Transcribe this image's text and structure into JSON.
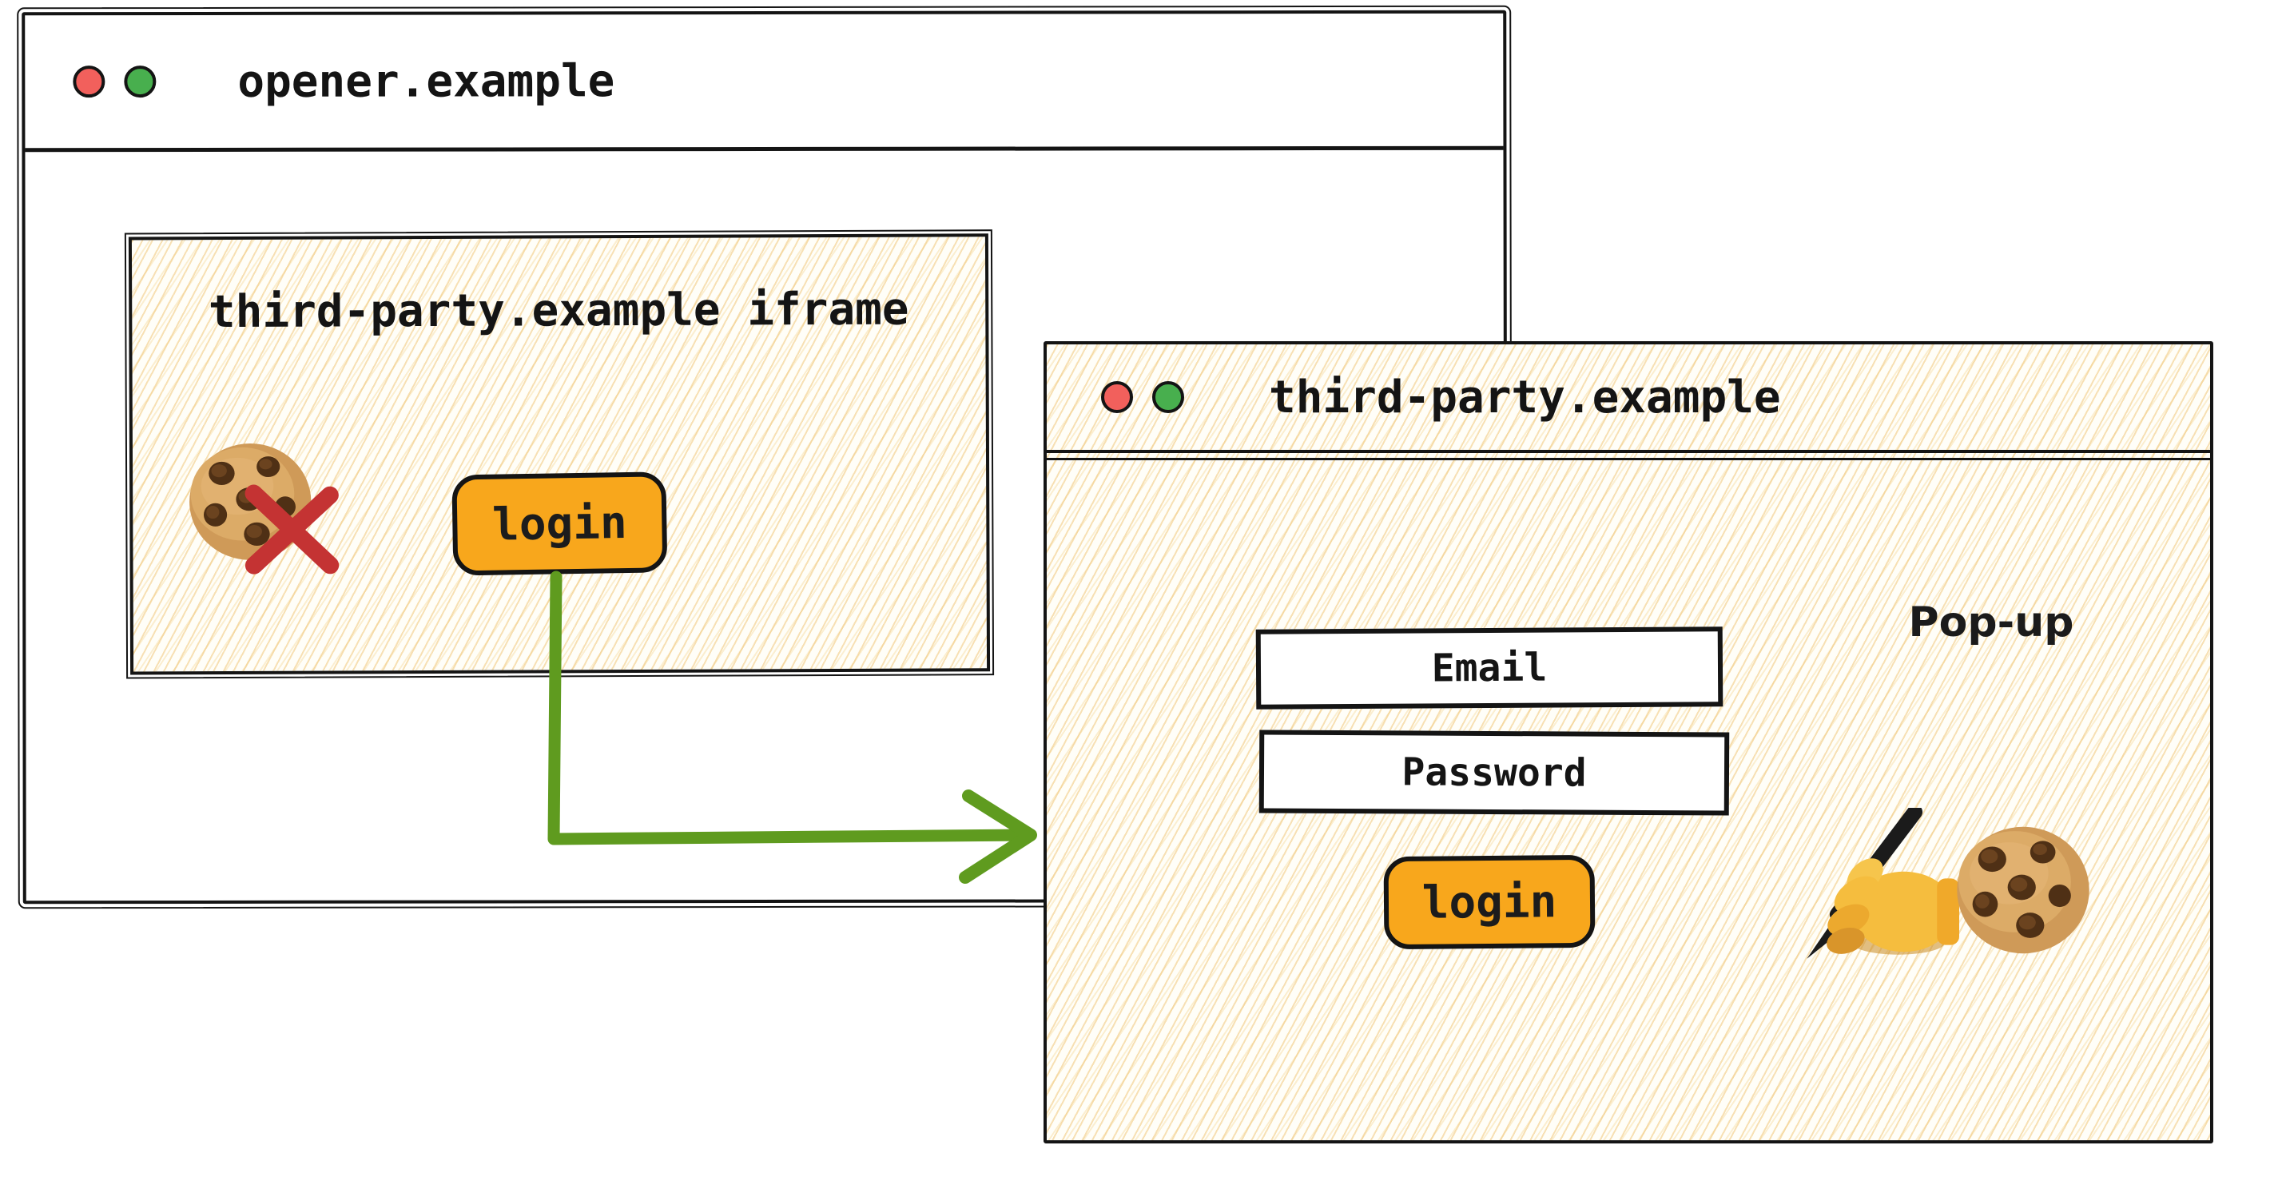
{
  "opener_window": {
    "title": "opener.example",
    "iframe": {
      "label": "third-party.example iframe",
      "login_button_label": "login"
    }
  },
  "popup_window": {
    "title": "third-party.example",
    "annotation": "Pop-up",
    "email_field_label": "Email",
    "password_field_label": "Password",
    "login_button_label": "login"
  },
  "icons": {
    "blocked_cookie": "cookie-with-red-cross",
    "writing_hand": "writing-hand",
    "cookie": "chocolate-chip-cookie"
  },
  "colors": {
    "button_orange": "#f8a71c",
    "arrow_green": "#5f9b1f",
    "cross_red": "#c43333",
    "traffic_light_red": "#f2605c",
    "traffic_light_green": "#48af4e",
    "hatch_tan": "#f0c77b",
    "ink": "#141414"
  }
}
